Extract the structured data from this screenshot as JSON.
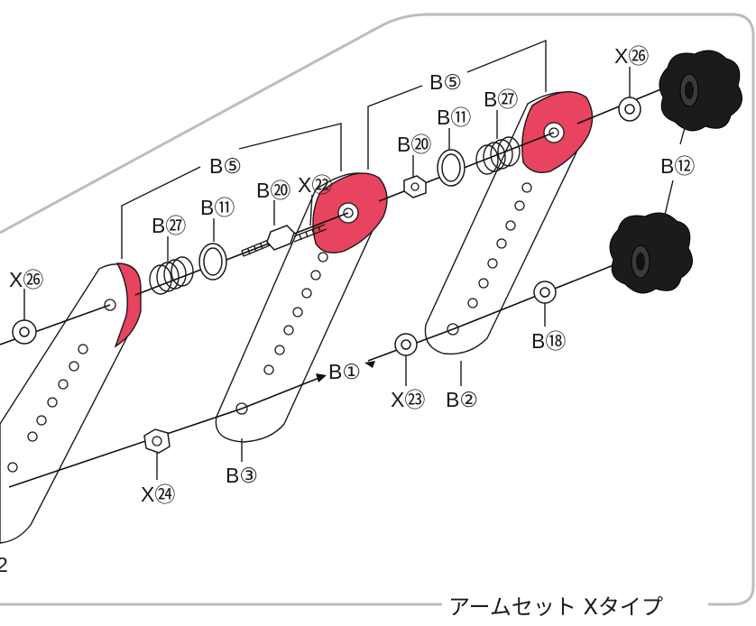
{
  "title": "アームセット Xタイプ",
  "labels": {
    "b5_left": "B⑤",
    "b5_right": "B⑤",
    "b27_left": "B㉗",
    "b11_left": "B⑪",
    "b20_left": "B⑳",
    "x22": "X㉒",
    "b20_right": "B⑳",
    "b11_right": "B⑪",
    "b27_right": "B㉗",
    "x26_right": "X㉖",
    "b12": "B⑫",
    "x26_left": "X㉖",
    "b18": "B⑱",
    "b1": "B①",
    "x23": "X㉓",
    "b2": "B②",
    "b3": "B③",
    "x24": "X㉔",
    "partial_bottom_left": "2"
  },
  "colors": {
    "accent": "#e8435f",
    "frame": "#bdbdbd",
    "line": "#1a1a1a",
    "knob": "#1b1b1b"
  }
}
